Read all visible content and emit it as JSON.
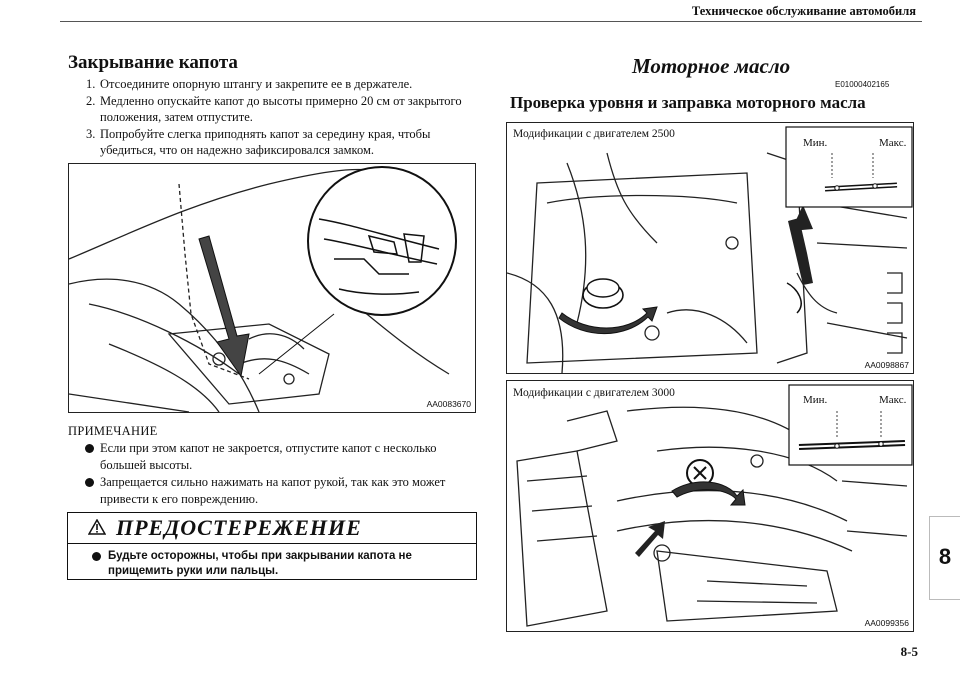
{
  "header": {
    "title": "Техническое обслуживание автомобиля"
  },
  "left": {
    "heading": "Закрывание капота",
    "steps": [
      {
        "num": "1.",
        "text": "Отсоедините опорную штангу и закрепите ее в держателе."
      },
      {
        "num": "2.",
        "text": "Медленно опускайте капот до высоты примерно 20 см от закрытого положения, затем отпустите."
      },
      {
        "num": "3.",
        "text": "Попробуйте слегка приподнять капот за середину края, чтобы убедиться, что он надежно зафиксировался замком."
      }
    ],
    "figure_code": "AA0083670",
    "note_label": "ПРИМЕЧАНИЕ",
    "notes": [
      "Если при этом капот не закроется, отпустите капот с несколько большей высоты.",
      "Запрещается сильно нажимать на капот рукой, так как это может привести к его повреждению."
    ],
    "warning": {
      "title": "ПРЕДОСТЕРЕЖЕНИЕ",
      "text": "Будьте осторожны, чтобы при закрывании капота не прищемить руки или пальцы."
    }
  },
  "right": {
    "heading": "Моторное масло",
    "doc_code": "E01000402165",
    "subheading": "Проверка уровня и заправка моторного масла",
    "figure1": {
      "caption": "Модификации с двигателем 2500",
      "code": "AA0098867",
      "min_label": "Мин.",
      "max_label": "Макс."
    },
    "figure2": {
      "caption": "Модификации с двигателем 3000",
      "code": "AA0099356",
      "min_label": "Мин.",
      "max_label": "Макс."
    }
  },
  "tab": {
    "number": "8"
  },
  "page": {
    "number": "8-5"
  }
}
